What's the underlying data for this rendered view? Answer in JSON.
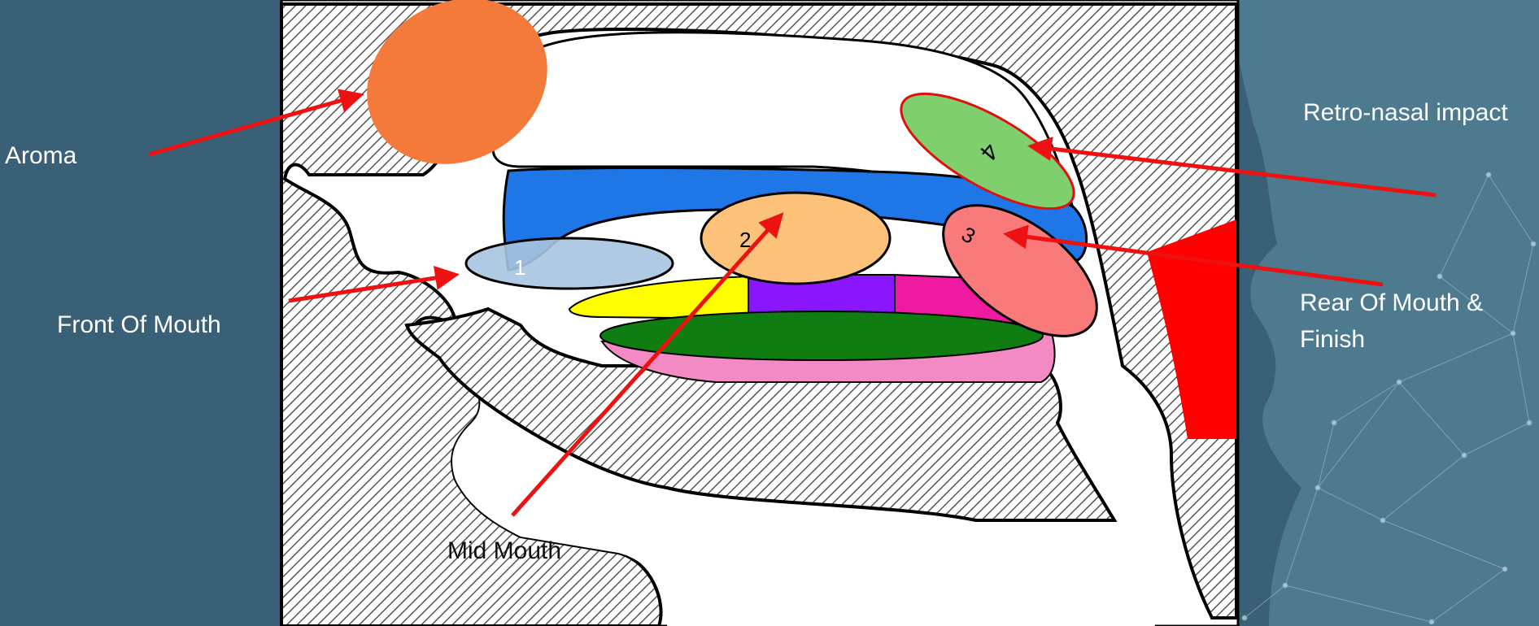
{
  "colors": {
    "slide_background": "#3a6077",
    "slide_background_right": "#4e7a90",
    "arrow": "#ee1111",
    "hatch": "#555555",
    "aroma_zone": "#f47a3c",
    "zone_1": "#a7c4e0",
    "zone_2": "#fcc27a",
    "zone_3": "#f97a7a",
    "zone_4": "#7fcf6f",
    "palate": "#1f76e6",
    "tongue_yellow": "#ffff00",
    "tongue_purple": "#8a16ff",
    "tongue_magenta": "#f01aa0",
    "tongue_green": "#0f7d12",
    "tongue_pink": "#f38ac4",
    "throat": "#ff0000"
  },
  "labels": {
    "aroma": "Aroma",
    "front_of_mouth": "Front Of Mouth",
    "mid_mouth": "Mid Mouth",
    "retro_nasal": "Retro-nasal impact",
    "rear_of_mouth_line1": "Rear Of Mouth &",
    "rear_of_mouth_line2": "Finish"
  },
  "zones": {
    "zone_1": "1",
    "zone_2": "2",
    "zone_3": "3",
    "zone_4": "4"
  },
  "icons": {
    "background_decoration": "constellation-network-icon",
    "arrow": "red-arrow-icon"
  }
}
